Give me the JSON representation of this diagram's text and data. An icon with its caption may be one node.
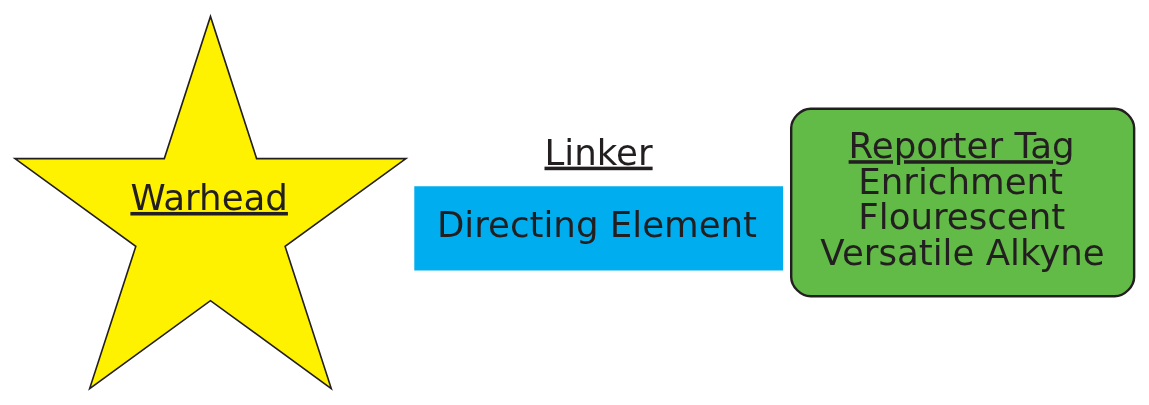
{
  "diagram": {
    "nodes": [
      {
        "text": [
          "Warhead"
        ]
      },
      {
        "text": [
          "Linker",
          "Directing Element"
        ]
      },
      {
        "text": [
          "Reporter Tag",
          "Enrichment",
          "Flourescent",
          "Versatile Alkyne"
        ]
      }
    ]
  }
}
